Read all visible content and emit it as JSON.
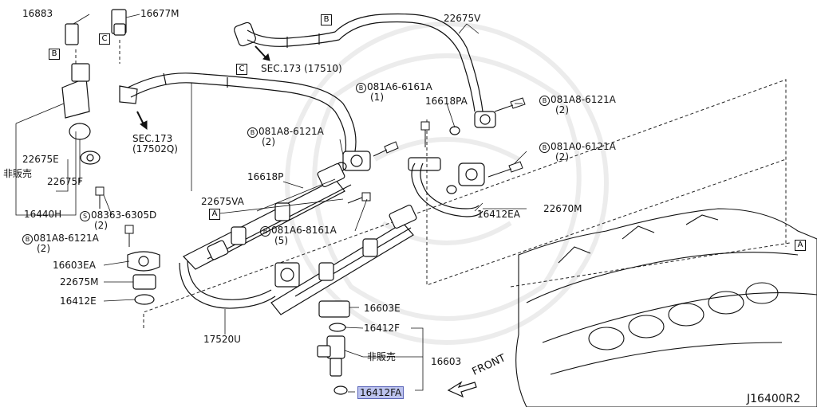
{
  "diagram": {
    "drawing_code": "J16400R2",
    "front_label": "FRONT",
    "callouts": {
      "p16883": "16883",
      "p16677M": "16677M",
      "p22675V": "22675V",
      "sec173_a": "SEC.173 (17510)",
      "b081A6_6161A": "081A6-6161A",
      "q081A6_6161A": "(1)",
      "p16618PA": "16618PA",
      "b081A8_6121A_top": "081A8-6121A",
      "q081A8_6121A_top": "(2)",
      "b081A8_6121A_mid": "081A8-6121A",
      "q081A8_6121A_mid": "(2)",
      "sec173_b": "SEC.173",
      "sec173_b2": "(17502Q)",
      "b081A0_6121A": "081A0-6121A",
      "q081A0_6121A": "(2)",
      "p22675E": "22675E",
      "not_for_sale_1": "非販売",
      "p22675F": "22675F",
      "p16618P": "16618P",
      "p22675VA": "22675VA",
      "p16412EA": "16412EA",
      "p22670M": "22670M",
      "p16440H": "16440H",
      "s08363_6305D": "08363-6305D",
      "q08363_6305D": "(2)",
      "b081A6_8161A": "081A6-8161A",
      "q081A6_8161A": "(5)",
      "b081A8_6121A_left": "081A8-6121A",
      "q081A8_6121A_left": "(2)",
      "p16603EA": "16603EA",
      "p22675M": "22675M",
      "p16412E": "16412E",
      "p16603E": "16603E",
      "p16412F": "16412F",
      "p17520U": "17520U",
      "not_for_sale_2": "非販売",
      "p16603": "16603",
      "p16412FA": "16412FA"
    },
    "ref_boxes": {
      "B": "B",
      "C": "C",
      "A": "A"
    },
    "bolt_marks": {
      "B": "B",
      "S": "S"
    }
  }
}
